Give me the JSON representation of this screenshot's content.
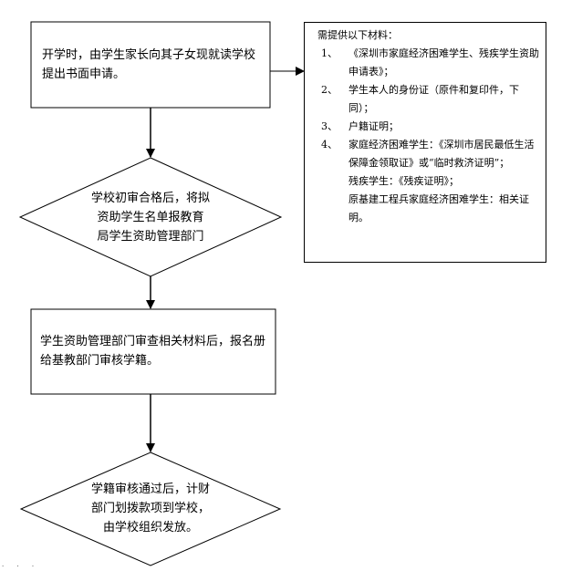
{
  "step1": {
    "text": "开学时，由学生家长向其子女现就读学校提出书面申请。"
  },
  "step2": {
    "lines": [
      "学校初审合格后，将拟",
      "资助学生名单报教育",
      "局学生资助管理部门"
    ]
  },
  "step3": {
    "text": "学生资助管理部门审查相关材料后，报名册给基教部门审核学籍。"
  },
  "step4": {
    "lines": [
      "学籍审核通过后，计财",
      "部门划拨款项到学校，",
      "由学校组织发放。"
    ]
  },
  "materials": {
    "title": "需提供以下材料：",
    "items": [
      {
        "num": "1、",
        "text": "《深圳市家庭经济困难学生、残疾学生资助申请表》；"
      },
      {
        "num": "2、",
        "text": "学生本人的身份证（原件和复印件，下同）；"
      },
      {
        "num": "3、",
        "text": "户籍证明；"
      },
      {
        "num": "4、",
        "text": "家庭经济困难学生：《深圳市居民最低生活保障金领取证》或“临时救济证明”；"
      }
    ],
    "sub1": "残疾学生：《残疾证明》；",
    "sub2": "原基建工程兵家庭经济困难学生：相关证明。"
  },
  "footer_mark": "· · ·"
}
